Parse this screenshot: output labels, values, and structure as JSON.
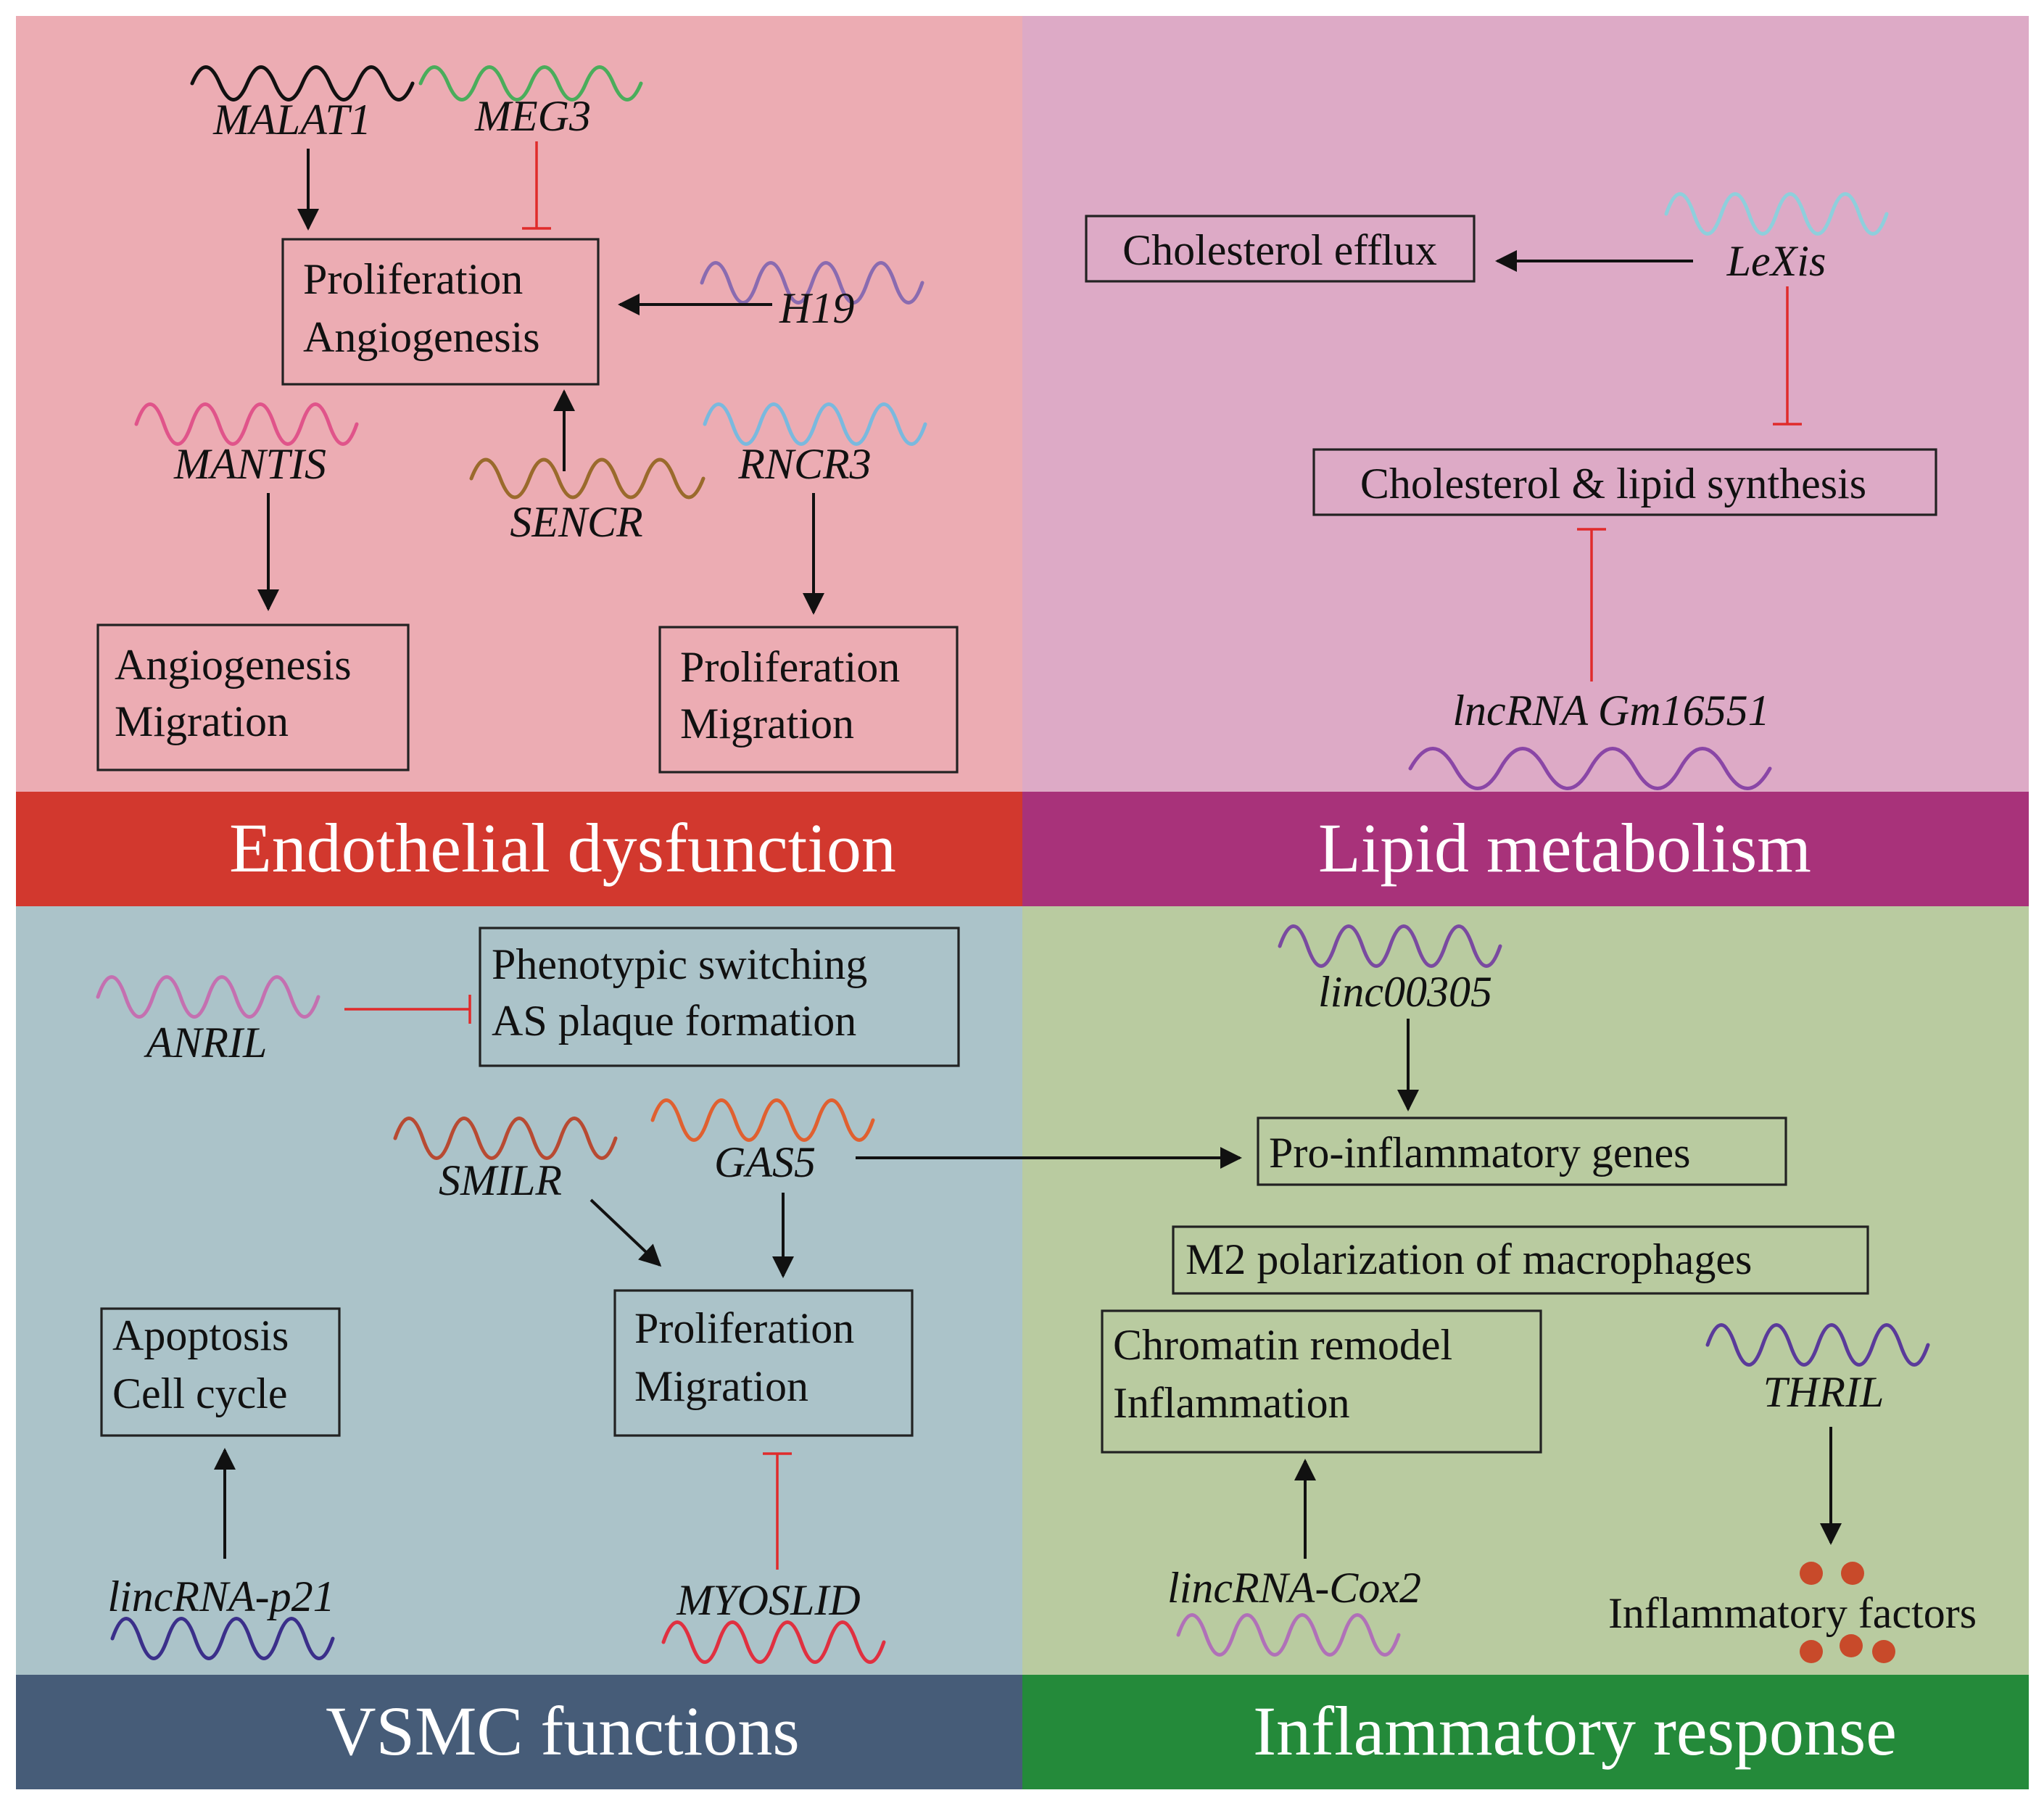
{
  "colors": {
    "endothelial_bg": "#ecacb3",
    "lipid_bg": "#ddaac6",
    "vsmc_bg": "#abc3c9",
    "inflammatory_bg": "#b9cba0",
    "endothelial_title_bg": "#d2382e",
    "lipid_title_bg": "#a8327a",
    "vsmc_title_bg": "#465c78",
    "inflammatory_title_bg": "#248a3a",
    "activation_arrow": "#111111",
    "inhibition_line": "#e02b2b"
  },
  "quadrants": {
    "endothelial": {
      "title": "Endothelial dysfunction",
      "genes": {
        "malat1": "MALAT1",
        "meg3": "MEG3",
        "h19": "H19",
        "mantis": "MANTIS",
        "sencr": "SENCR",
        "rncr3": "RNCR3"
      },
      "boxes": {
        "prolif_angio": [
          "Proliferation",
          "Angiogenesis"
        ],
        "angio_migration": [
          "Angiogenesis",
          "Migration"
        ],
        "prolif_migration": [
          "Proliferation",
          "Migration"
        ]
      }
    },
    "lipid": {
      "title": "Lipid metabolism",
      "genes": {
        "lexis": "LeXis",
        "gm16551": "lncRNA Gm16551"
      },
      "boxes": {
        "efflux": "Cholesterol efflux",
        "synthesis": "Cholesterol & lipid synthesis"
      }
    },
    "vsmc": {
      "title": "VSMC functions",
      "genes": {
        "anril": "ANRIL",
        "smilr": "SMILR",
        "gas5": "GAS5",
        "lincrna_p21": "lincRNA-p21",
        "myoslid": "MYOSLID"
      },
      "boxes": {
        "phenotypic": [
          "Phenotypic switching",
          "AS plaque formation"
        ],
        "apoptosis": [
          "Apoptosis",
          "Cell cycle"
        ],
        "prolif_migration": [
          "Proliferation",
          "Migration"
        ]
      }
    },
    "inflammatory": {
      "title": "Inflammatory response",
      "genes": {
        "linc00305": "linc00305",
        "thril": "THRIL",
        "lincrna_cox2": "lincRNA-Cox2"
      },
      "boxes": {
        "pro_inflammatory": "Pro-inflammatory genes",
        "m2": "M2 polarization of macrophages",
        "chromatin": [
          "Chromatin remodel",
          "Inflammation"
        ]
      },
      "labels": {
        "inflammatory_factors": "Inflammatory factors"
      }
    }
  }
}
